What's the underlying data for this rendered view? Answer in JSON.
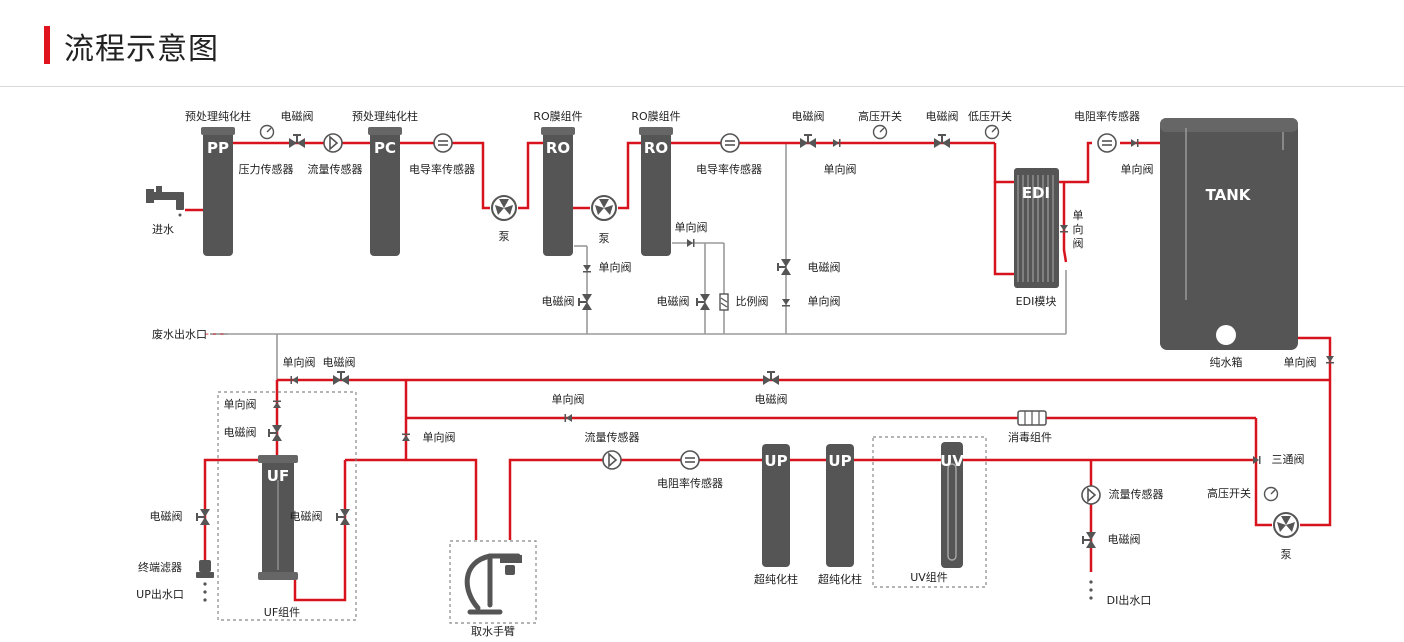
{
  "page": {
    "title": "流程示意图"
  },
  "colors": {
    "pipe": "#d7141e",
    "drain": "#9a9a9a",
    "equipment": "#555555",
    "accent": "#e0141e"
  },
  "labels": {
    "inlet": "进水",
    "pp_column": "预处理纯化柱",
    "pp_text": "PP",
    "solenoid_1": "电磁阀",
    "pressure_sensor": "压力传感器",
    "flow_sensor_1": "流量传感器",
    "pc_column": "预处理纯化柱",
    "pc_text": "PC",
    "cond_sensor_1": "电导率传感器",
    "pump_1": "泵",
    "ro_1": "RO膜组件",
    "ro_1_text": "RO",
    "pump_2": "泵",
    "ro_2": "RO膜组件",
    "ro_2_text": "RO",
    "cond_sensor_2": "电导率传感器",
    "check_valve_ro2": "单向阀",
    "check_valve_ro1": "单向阀",
    "solenoid_ro1": "电磁阀",
    "solenoid_ro2": "电磁阀",
    "ratio_valve": "比例阀",
    "solenoid_top_2": "电磁阀",
    "check_valve_top": "单向阀",
    "hp_switch_top": "高压开关",
    "solenoid_top_3": "电磁阀",
    "lp_switch": "低压开关",
    "solenoid_mid": "电磁阀",
    "check_valve_mid": "单向阀",
    "edi_text": "EDI",
    "edi_check": [
      "单",
      "向",
      "阀"
    ],
    "edi_module": "EDI模块",
    "resistivity_top": "电阻率传感器",
    "check_valve_tank": "单向阀",
    "tank_text": "TANK",
    "tank": "纯水箱",
    "check_valve_tank_out": "单向阀",
    "waste_outlet": "废水出水口",
    "check_valve_uf_top": "单向阀",
    "solenoid_uf_top": "电磁阀",
    "check_valve_uf_1": "单向阀",
    "solenoid_uf_1": "电磁阀",
    "check_valve_loop": "单向阀",
    "solenoid_loop": "电磁阀",
    "check_valve_arm": "单向阀",
    "disinfection": "消毒组件",
    "flow_sensor_2": "流量传感器",
    "resistivity_mid": "电阻率传感器",
    "up_text_1": "UP",
    "up_text_2": "UP",
    "up_column_1": "超纯化柱",
    "up_column_2": "超纯化柱",
    "uv_text": "UV",
    "uv_module": "UV组件",
    "three_way": "三通阀",
    "hp_switch_bottom": "高压开关",
    "pump_3": "泵",
    "flow_sensor_3": "流量传感器",
    "solenoid_di": "电磁阀",
    "di_outlet": "DI出水口",
    "solenoid_up": "电磁阀",
    "terminal_filter": "终端滤器",
    "up_outlet": "UP出水口",
    "uf_text": "UF",
    "solenoid_uf_right": "电磁阀",
    "uf_module": "UF组件",
    "dispense_arm": "取水手臂"
  }
}
